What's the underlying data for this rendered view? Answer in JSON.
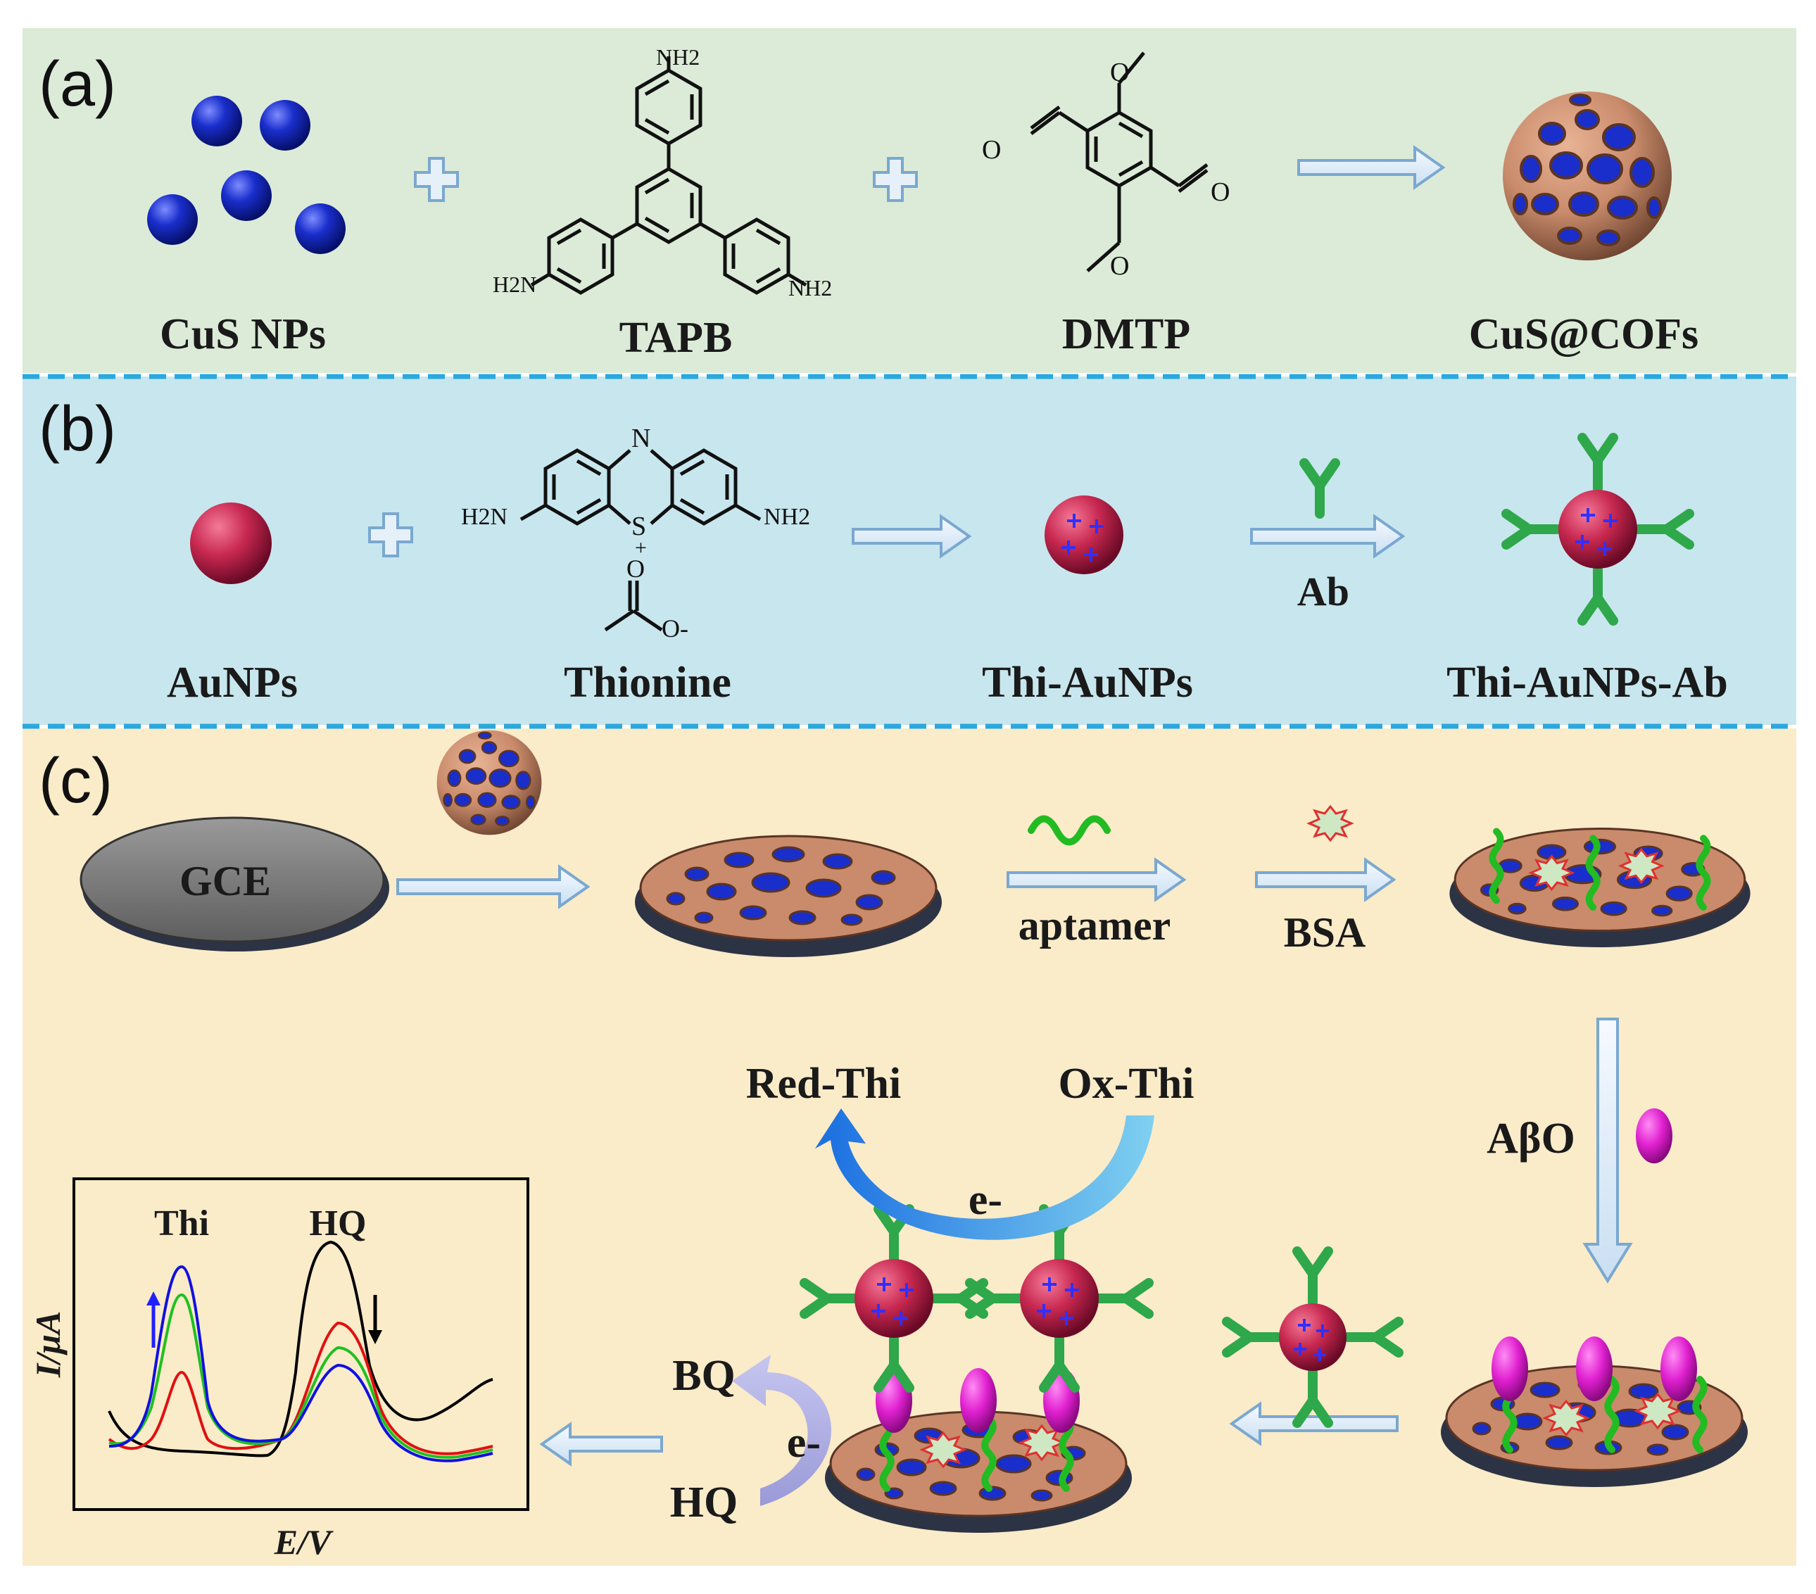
{
  "panels": {
    "a": "(a)",
    "b": "(b)",
    "c": "(c)"
  },
  "row_a": {
    "cus_nps": "CuS NPs",
    "tapb": "TAPB",
    "dmtp": "DMTP",
    "cus_cofs": "CuS@COFs",
    "nh2_1": "NH2",
    "nh2_2": "H2N",
    "nh2_3": "NH2",
    "o_ald_1": "O",
    "o_ald_2": "O",
    "o_me_1": "O",
    "o_me_2": "O"
  },
  "row_b": {
    "aunps": "AuNPs",
    "thionine": "Thionine",
    "thi_aunps": "Thi-AuNPs",
    "thi_aunps_ab": "Thi-AuNPs-Ab",
    "ab": "Ab",
    "n_ring": "N",
    "s_ring": "S",
    "s_plus": "+",
    "h2n_left": "H2N",
    "nh2_right": "NH2",
    "o_carbonyl": "O",
    "o_minus": "O-"
  },
  "row_c": {
    "gce": "GCE",
    "aptamer": "aptamer",
    "bsa": "BSA",
    "abo": "AβO",
    "red_thi": "Red-Thi",
    "ox_thi": "Ox-Thi",
    "e_top": "e-",
    "e_bottom": "e-",
    "bq": "BQ",
    "hq": "HQ"
  },
  "plot": {
    "thi_label": "Thi",
    "hq_label": "HQ",
    "y_axis": "I/μA",
    "x_axis": "E/V"
  },
  "colors": {
    "panel_a_bg": "#dcebd8",
    "panel_b_bg": "#c8e6ee",
    "panel_c_bg": "#faebc9",
    "divider": "#2aa8e0",
    "cus_blue": "#1a2ecc",
    "cof_copper": "#c98b6b",
    "au_red": "#c82850",
    "antibody_green": "#2ea84a",
    "aptamer_green": "#22bb22",
    "abo_magenta": "#e020d0",
    "arrow_fill": "#e6f0f8",
    "arrow_stroke": "#7aa8d0",
    "curve_black": "#000000",
    "curve_red": "#e01010",
    "curve_green": "#20c020",
    "curve_blue": "#1010e0"
  },
  "icons": [
    "plus-icon",
    "reaction-arrow-icon",
    "nanoparticle-icon",
    "antibody-icon",
    "electron-transfer-arrow-icon"
  ]
}
